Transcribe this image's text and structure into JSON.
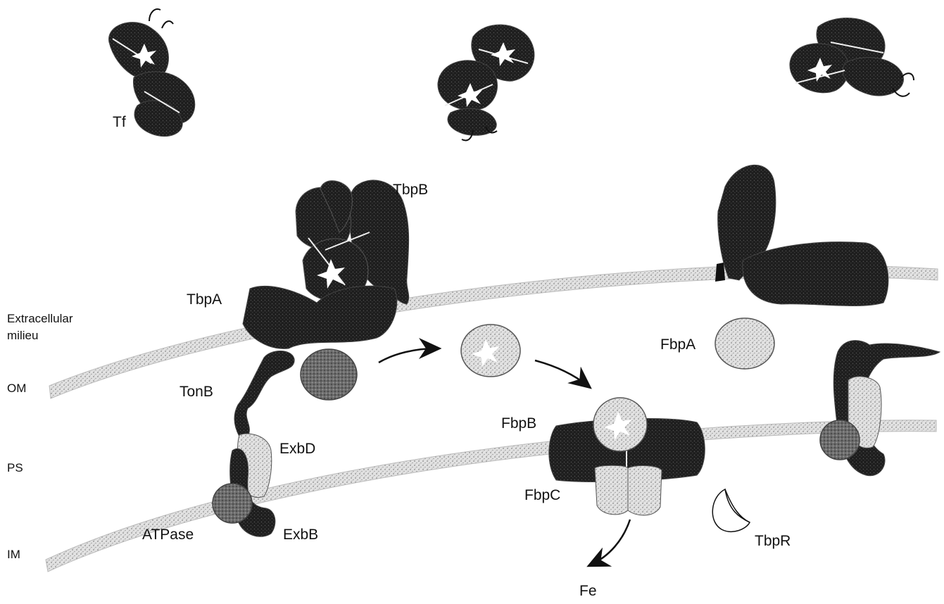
{
  "labels": {
    "tf": "Tf",
    "tbpb": "TbpB",
    "tbpa": "TbpA",
    "extracellular_line1": "Extracellular",
    "extracellular_line2": "milieu",
    "om": "OM",
    "ps": "PS",
    "im": "IM",
    "tonb": "TonB",
    "exbd": "ExbD",
    "atpase": "ATPase",
    "exbb": "ExbB",
    "fbpa": "FbpA",
    "fbpb": "FbpB",
    "fbpc": "FbpC",
    "tbpr": "TbpR",
    "fe": "Fe"
  },
  "colors": {
    "dark_protein": "#222222",
    "stippled": "#d6d6d6",
    "membrane": "#e4e4e4",
    "medium": "#8a8a8a",
    "ink": "#111111"
  }
}
